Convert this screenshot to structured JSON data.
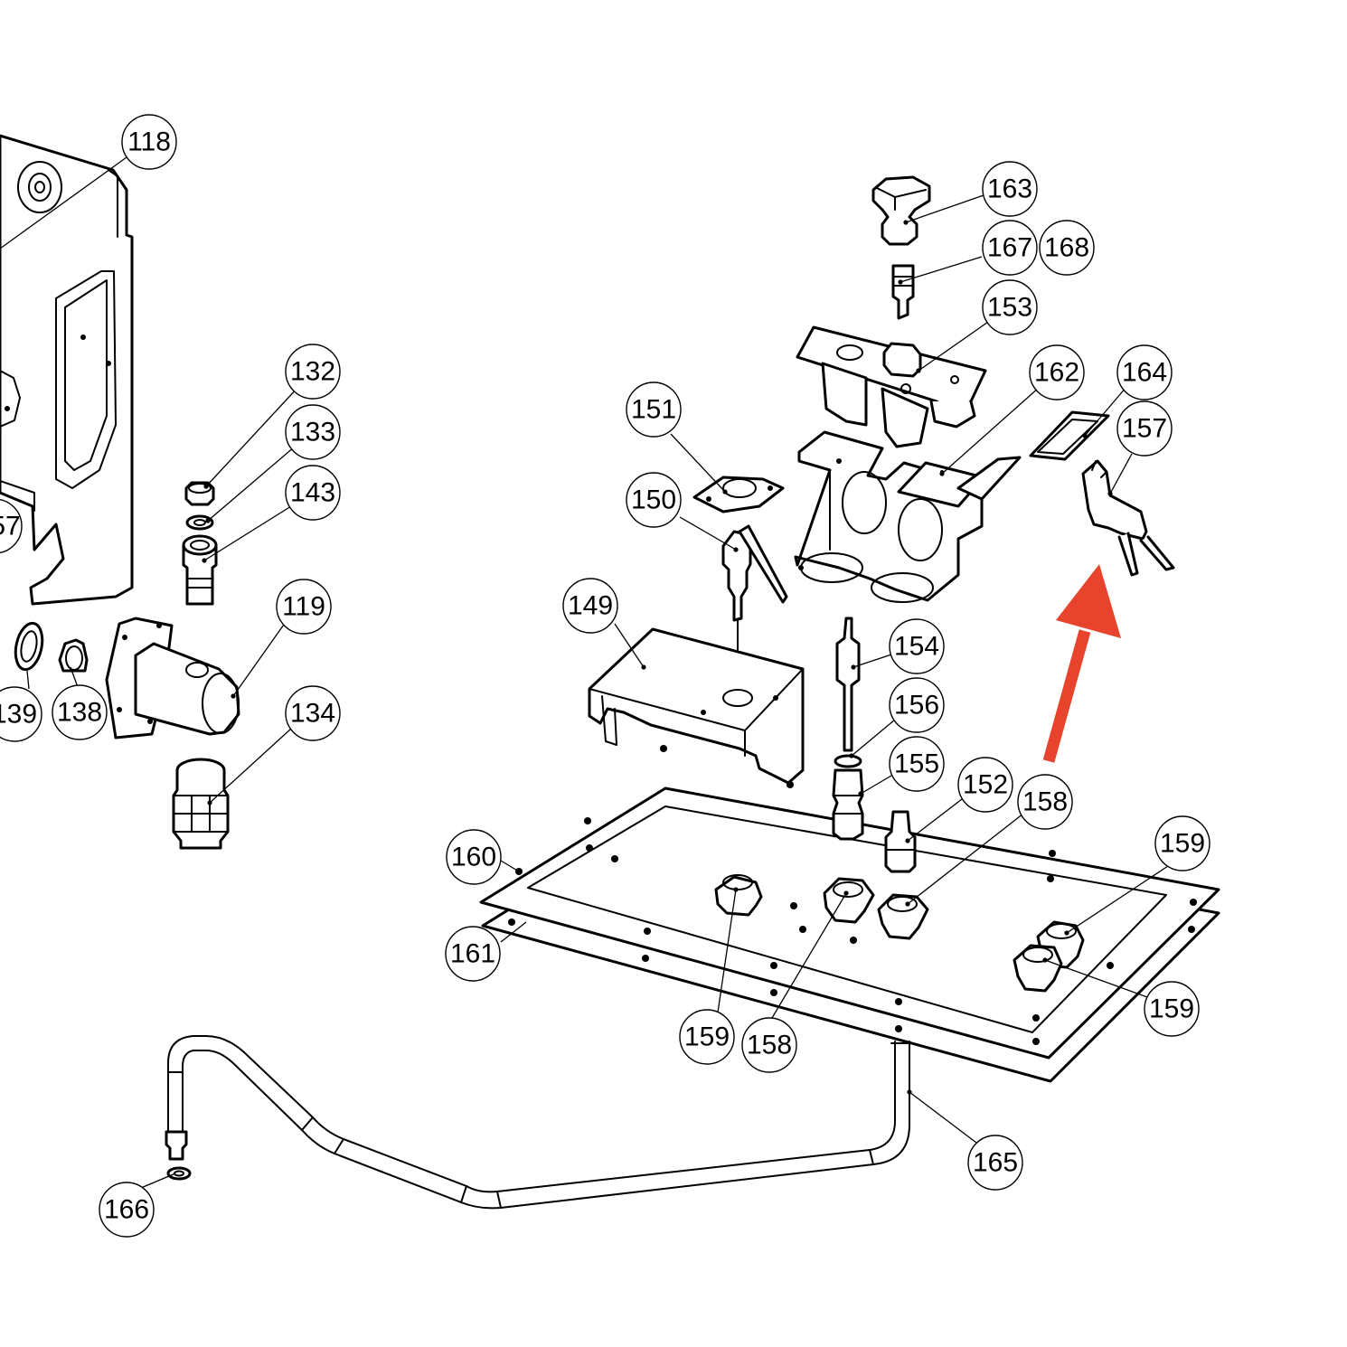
{
  "callouts": [
    {
      "label": "118"
    },
    {
      "label": "132"
    },
    {
      "label": "133"
    },
    {
      "label": "143"
    },
    {
      "label": "119"
    },
    {
      "label": "139"
    },
    {
      "label": "138"
    },
    {
      "label": "134"
    },
    {
      "label": "57"
    },
    {
      "label": "163"
    },
    {
      "label": "167"
    },
    {
      "label": "168"
    },
    {
      "label": "153"
    },
    {
      "label": "162"
    },
    {
      "label": "164"
    },
    {
      "label": "157"
    },
    {
      "label": "151"
    },
    {
      "label": "150"
    },
    {
      "label": "149"
    },
    {
      "label": "154"
    },
    {
      "label": "156"
    },
    {
      "label": "155"
    },
    {
      "label": "152"
    },
    {
      "label": "158"
    },
    {
      "label": "159"
    },
    {
      "label": "160"
    },
    {
      "label": "161"
    },
    {
      "label": "159"
    },
    {
      "label": "158"
    },
    {
      "label": "159"
    },
    {
      "label": "165"
    },
    {
      "label": "166"
    }
  ],
  "colors": {
    "line": "#000000",
    "background": "#ffffff",
    "arrow": "#e8432c"
  },
  "icons": {
    "arrow": "red-up-arrow-icon"
  }
}
